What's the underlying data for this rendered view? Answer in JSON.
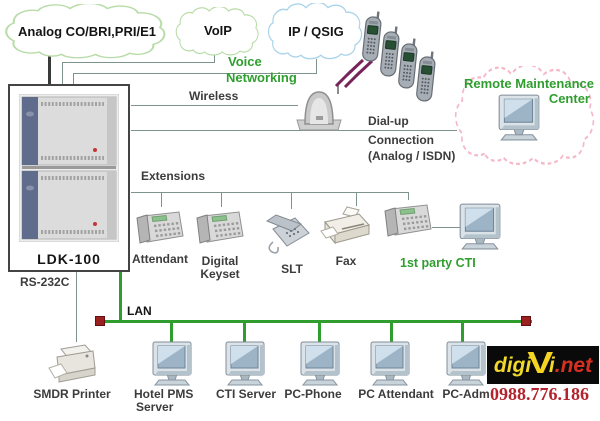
{
  "clouds": {
    "analog": "Analog CO/BRI,PRI/E1",
    "voip": "VoIP",
    "ip_qsig": "IP / QSIG",
    "remote1": "Remote Maintenance",
    "remote2": "Center"
  },
  "net_labels": {
    "voice1": "Voice",
    "voice2": "Networking",
    "wireless": "Wireless",
    "dialup1": "Dial-up",
    "dialup2": "Connection",
    "dialup3": "(Analog / ISDN)",
    "extensions": "Extensions",
    "lan": "LAN"
  },
  "pbx": {
    "model": "LDK-100",
    "port": "RS-232C"
  },
  "ext": {
    "attendant": "Attendant",
    "digital1": "Digital",
    "digital2": "Keyset",
    "slt": "SLT",
    "fax": "Fax",
    "cti": "1st party CTI"
  },
  "lan_nodes": {
    "printer": "SMDR Printer",
    "pms1": "Hotel PMS",
    "pms2": "Server",
    "cti_server": "CTI Server",
    "pc_phone": "PC-Phone",
    "pc_attendant": "PC Attendant",
    "pc_adm": "PC-Adm"
  },
  "watermark": {
    "digi": "digi",
    "v": "V",
    "i": "i",
    "net": ".net",
    "phone_number": "0988.776.186"
  },
  "colors": {
    "cloud_green": "#b8dca8",
    "cloud_blue": "#aad4ea",
    "cloud_pink": "#f4b8c8",
    "green_text": "#2f9e2f",
    "lan_green": "#2f9e2f",
    "connector_gray": "#7e938e",
    "terminator_red": "#9b2121",
    "phone_number_red": "#b3242e",
    "logo_yellow": "#f0d92a",
    "logo_red": "#d83020"
  }
}
